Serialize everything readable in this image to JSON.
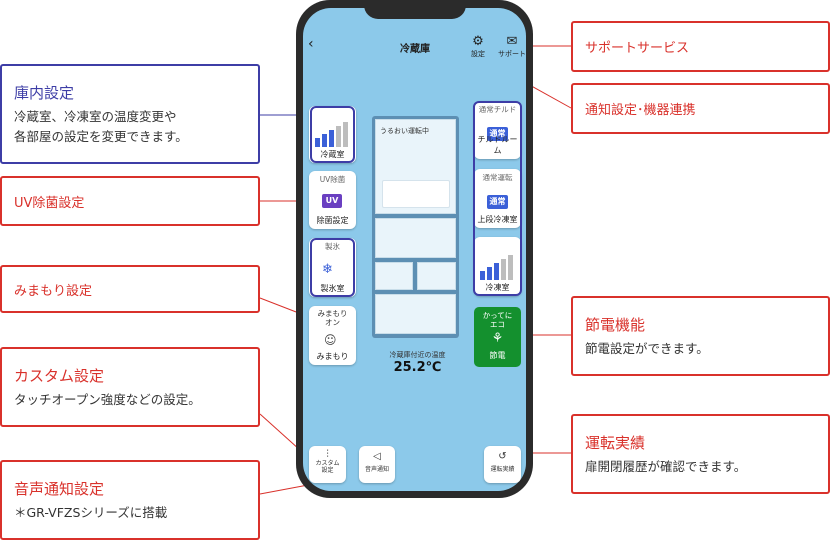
{
  "screen": {
    "title": "冷蔵庫",
    "settings_label": "設定",
    "support_label": "サポート",
    "temp_label": "冷蔵庫付近の温度",
    "temp_value": "25.2℃",
    "display_text": "うるおい運転中",
    "left_cards": [
      {
        "top": "",
        "bottom": "冷蔵室"
      },
      {
        "top": "UV除菌",
        "icon": "UV",
        "bottom": "除菌設定"
      },
      {
        "top": "製氷",
        "bottom": "製氷室"
      },
      {
        "top": "みまもり\nオン",
        "bottom": "みまもり"
      }
    ],
    "right_cards": [
      {
        "top": "通常チルド",
        "badge": "通常",
        "bottom": "チルドルーム"
      },
      {
        "top": "通常運転",
        "badge": "通常",
        "bottom": "上段冷凍室"
      },
      {
        "top": "",
        "bottom": "冷凍室"
      }
    ],
    "eco": {
      "top": "かってに\nエコ",
      "bottom": "節電"
    },
    "bottom_buttons": {
      "custom": "カスタム\n設定",
      "voice": "音声通知",
      "history": "運転実績"
    }
  },
  "callouts": {
    "inside": {
      "title": "庫内設定",
      "desc": "冷蔵室、冷凍室の温度変更や\n各部屋の設定を変更できます。"
    },
    "uv": {
      "title": "UV除菌設定"
    },
    "mimamori": {
      "title": "みまもり設定"
    },
    "custom": {
      "title": "カスタム設定",
      "desc": "タッチオープン強度などの設定。"
    },
    "voice": {
      "title": "音声通知設定",
      "desc": "＊GR-VFZSシリーズに搭載"
    },
    "support": {
      "title": "サポートサービス"
    },
    "notify": {
      "title": "通知設定･機器連携"
    },
    "eco": {
      "title": "節電機能",
      "desc": "節電設定ができます。"
    },
    "history": {
      "title": "運転実績",
      "desc": "扉開閉履歴が確認できます。"
    }
  },
  "colors": {
    "accent_red": "#d9312b",
    "accent_blue": "#3d3da6",
    "eco_green": "#14902e",
    "screen_bg": "#8cc9ea"
  }
}
